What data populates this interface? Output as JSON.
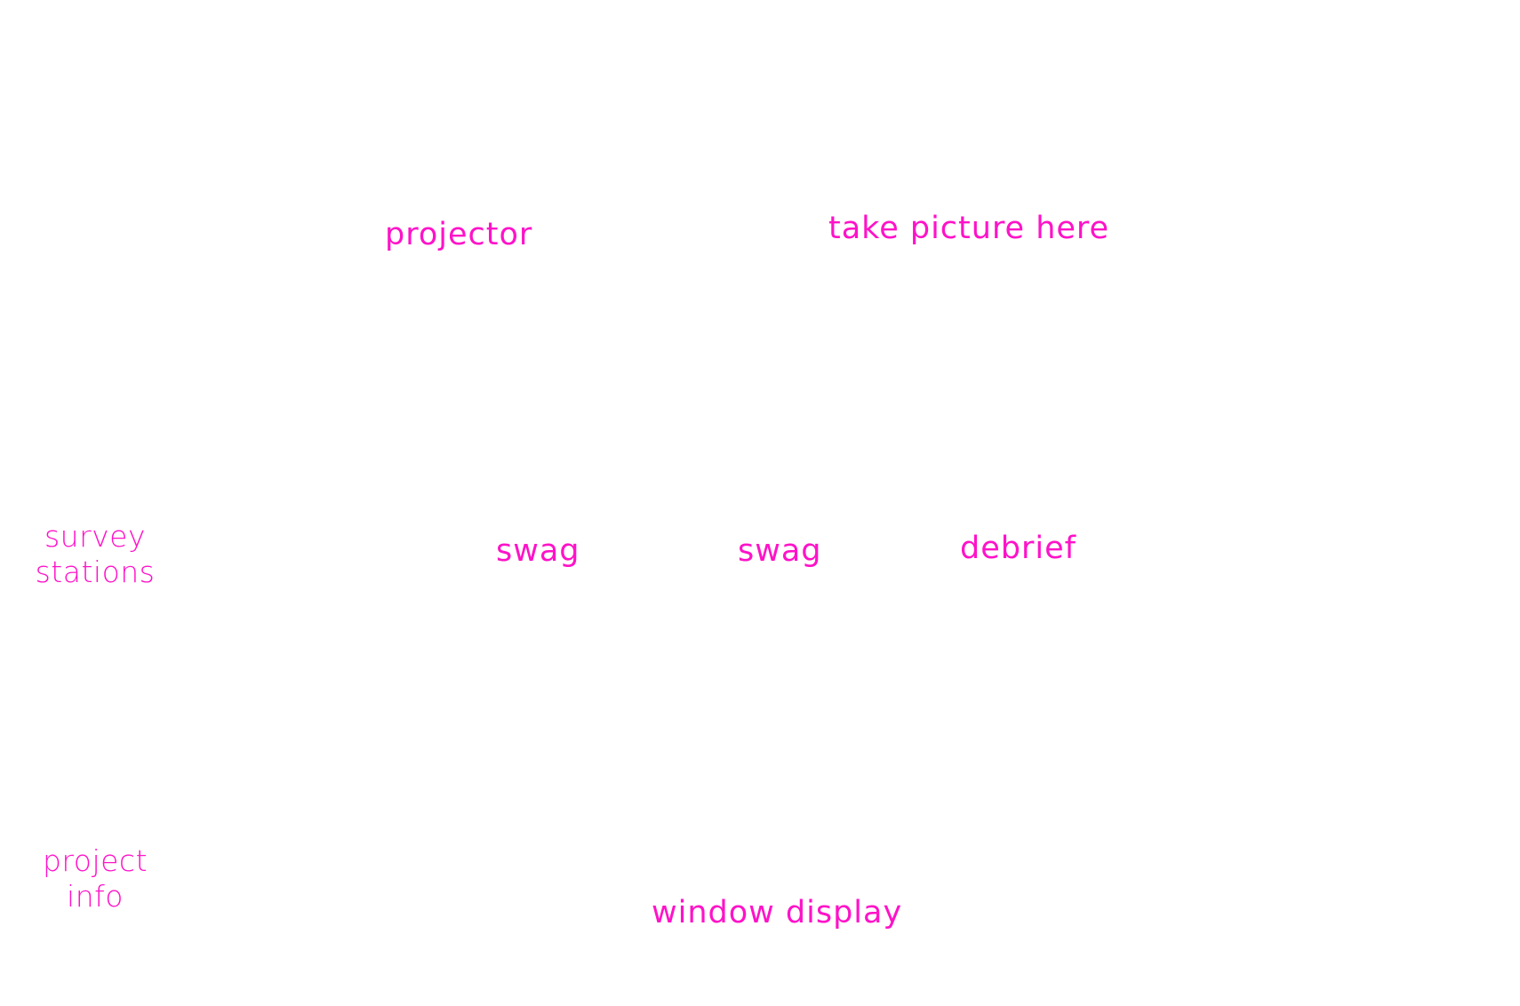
{
  "colors": {
    "label": "#ff12c8",
    "background": "#ffffff"
  },
  "labels": {
    "projector": "projector",
    "take_picture_here": "take picture here",
    "survey_stations": {
      "line1": "survey",
      "line2": "stations"
    },
    "swag_left": "swag",
    "swag_right": "swag",
    "debrief": "debrief",
    "project_info": {
      "line1": "project",
      "line2": "info"
    },
    "window_display": "window display"
  }
}
